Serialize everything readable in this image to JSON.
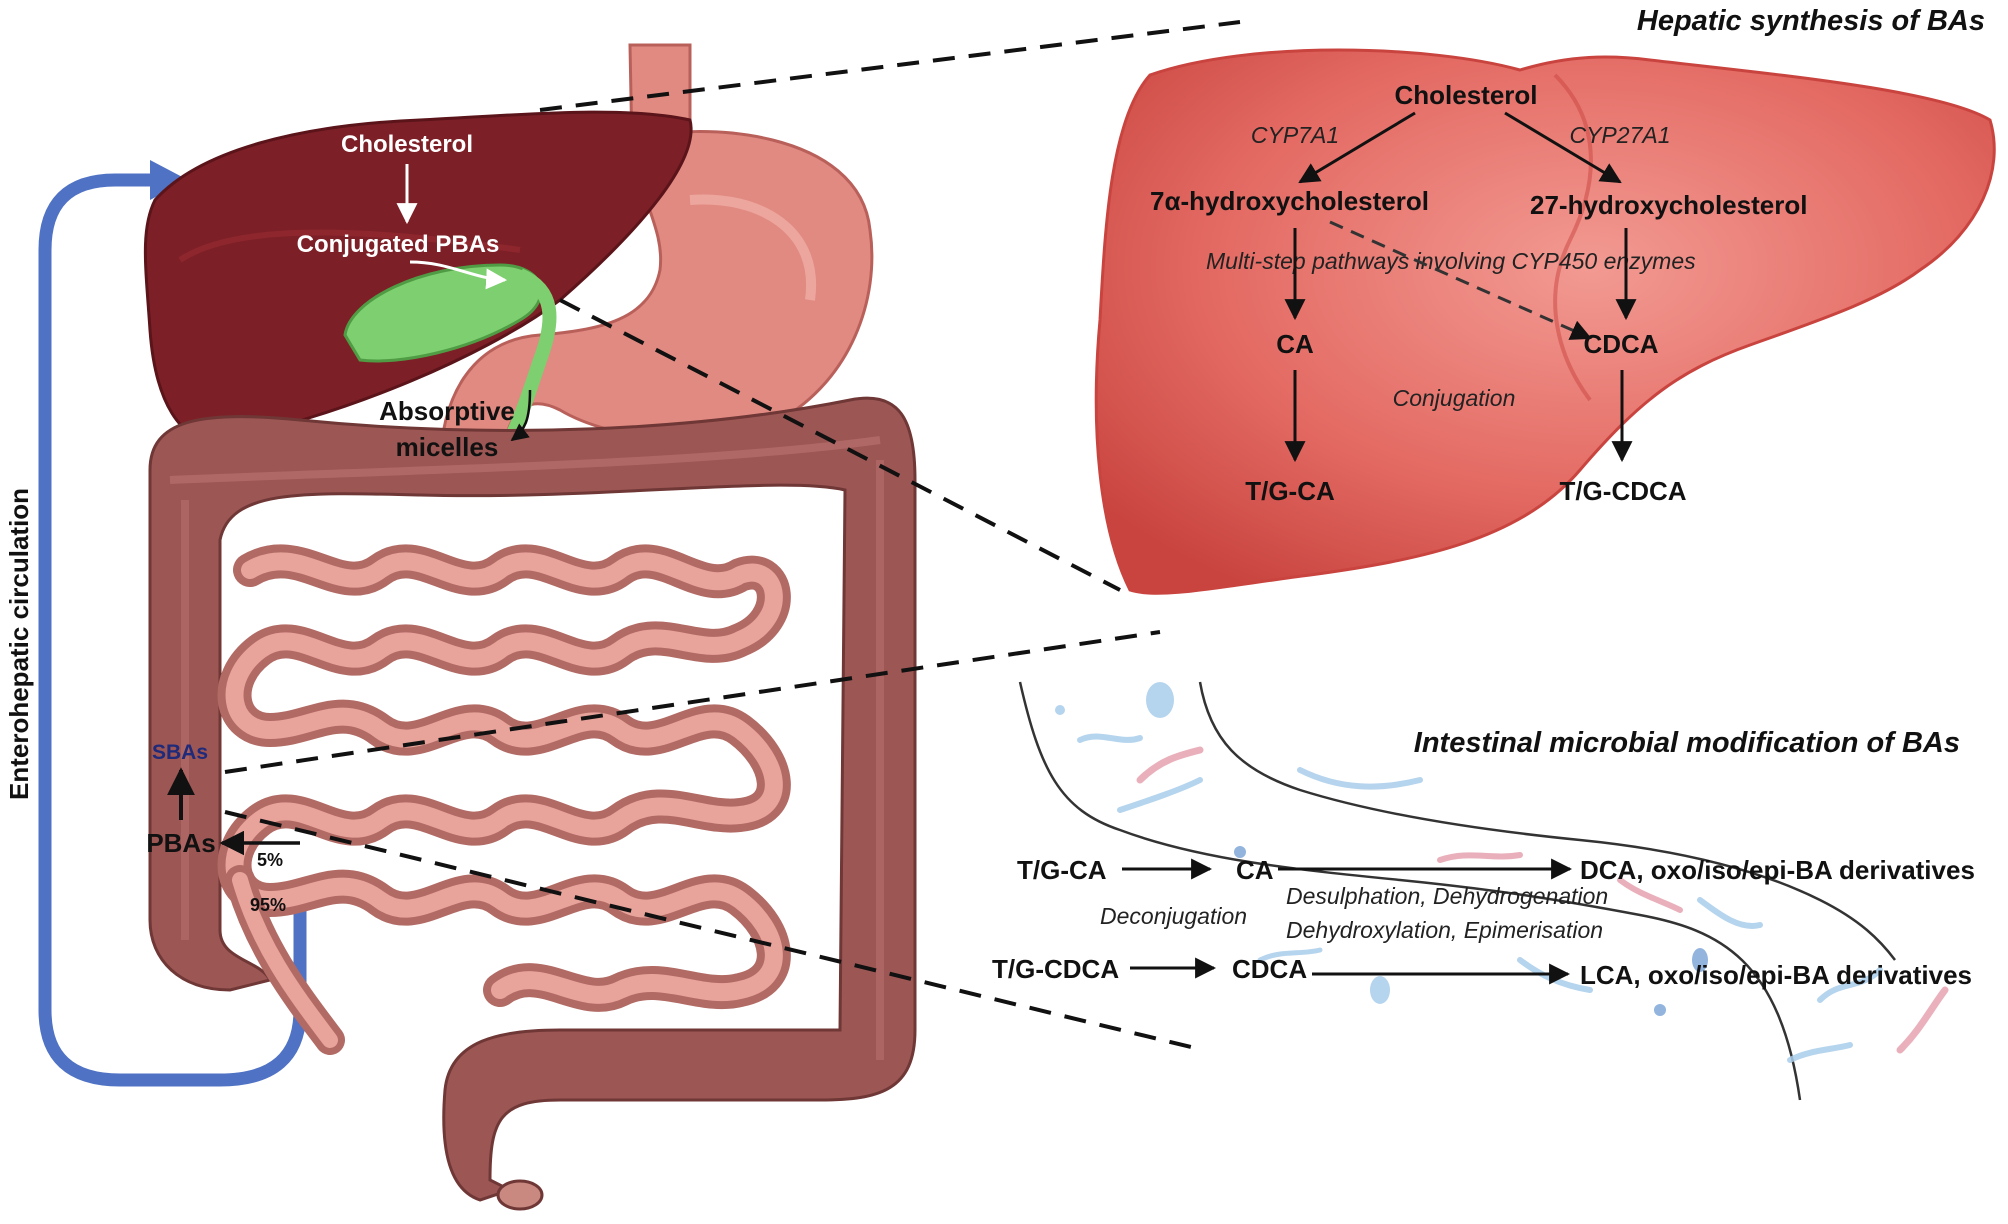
{
  "colors": {
    "liver_dark": "#7d1f26",
    "liver_light": "#e0625c",
    "gallbladder": "#7ecf6f",
    "stomach": "#e08a82",
    "colon": "#9c5654",
    "small_intestine": "#d98b84",
    "circulation_arrow": "#4f72c4",
    "microbe_blue": "#a9cdea",
    "microbe_pink": "#e6a3b0"
  },
  "anatomy": {
    "circulation_label": "Enterohepatic circulation",
    "liver_cholesterol": "Cholesterol",
    "liver_conjugated": "Conjugated PBAs",
    "micelles_line1": "Absorptive",
    "micelles_line2": "micelles",
    "sbas": "SBAs",
    "pbas": "PBAs",
    "pct_5": "5%",
    "pct_95": "95%"
  },
  "hepatic": {
    "title": "Hepatic synthesis of BAs",
    "cholesterol": "Cholesterol",
    "enzyme_left": "CYP7A1",
    "enzyme_right": "CYP27A1",
    "hydroxy_7a_symbol": "7α",
    "hydroxy_7a_rest": "-hydroxycholesterol",
    "hydroxy_27": "27-hydroxycholesterol",
    "multistep": "Multi-step pathways involving CYP450 enzymes",
    "ca": "CA",
    "cdca": "CDCA",
    "conjugation": "Conjugation",
    "tg_ca": "T/G-CA",
    "tg_cdca": "T/G-CDCA"
  },
  "microbial": {
    "title": "Intestinal microbial modification of BAs",
    "tg_ca": "T/G-CA",
    "ca": "CA",
    "dca": "DCA, oxo/iso/epi-BA derivatives",
    "deconjugation": "Deconjugation",
    "desulph": "Desulphation, Dehydrogenation",
    "dehydrox": "Dehydroxylation, Epimerisation",
    "tg_cdca": "T/G-CDCA",
    "cdca": "CDCA",
    "lca": "LCA, oxo/iso/epi-BA derivatives"
  }
}
